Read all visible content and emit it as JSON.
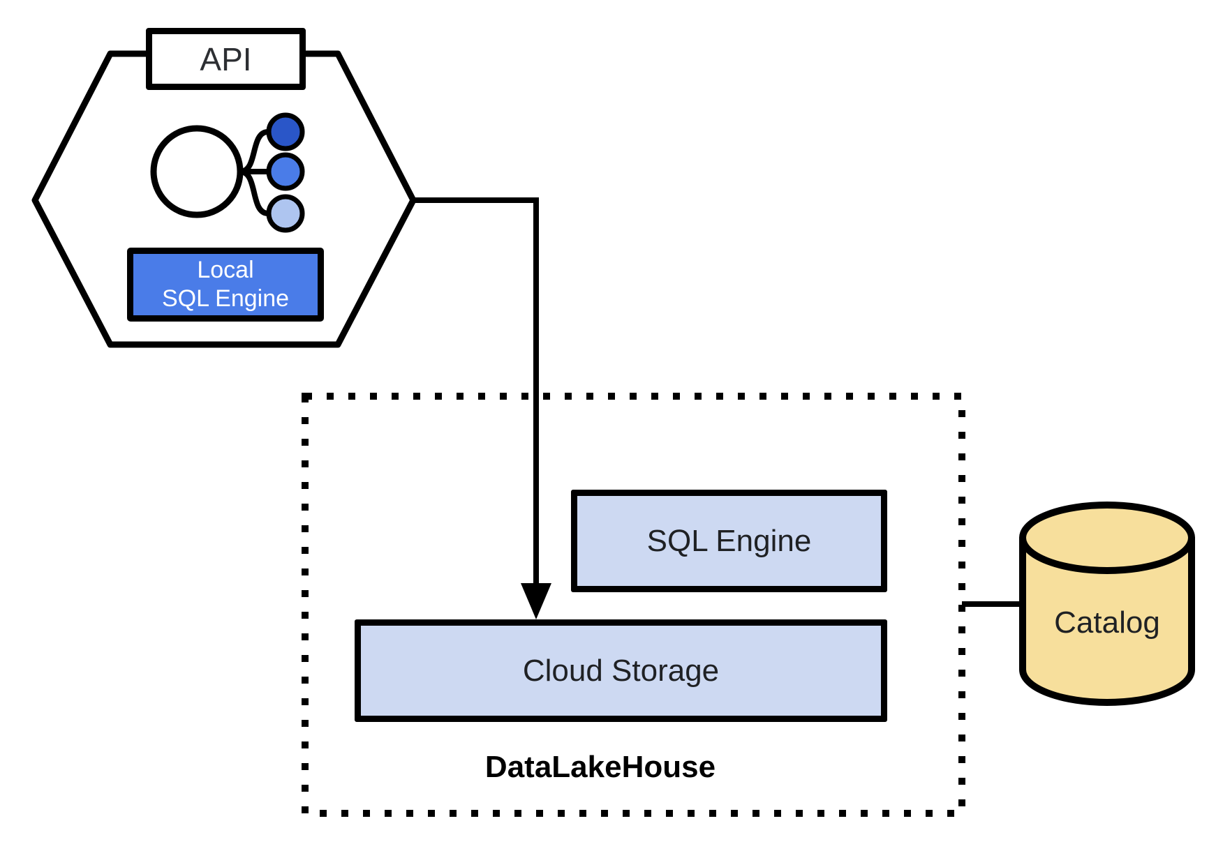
{
  "diagram": {
    "client_node": {
      "shape": "hexagon",
      "api_label": "API",
      "icon": "query-fanout-icon",
      "local_engine_line1": "Local",
      "local_engine_line2": "SQL Engine"
    },
    "lakehouse": {
      "title": "DataLakeHouse",
      "boundary_style": "dotted",
      "sql_engine_label": "SQL Engine",
      "cloud_storage_label": "Cloud Storage"
    },
    "catalog": {
      "shape": "cylinder",
      "label": "Catalog"
    },
    "colors": {
      "dark_blue": "#2a56c8",
      "medium_blue": "#4a7ce8",
      "light_blue": "#aec5f0",
      "periwinkle": "#cdd9f2",
      "catalog_yellow": "#f7df9c",
      "stroke_black": "#000000",
      "text_dark": "#2d2f33"
    }
  }
}
